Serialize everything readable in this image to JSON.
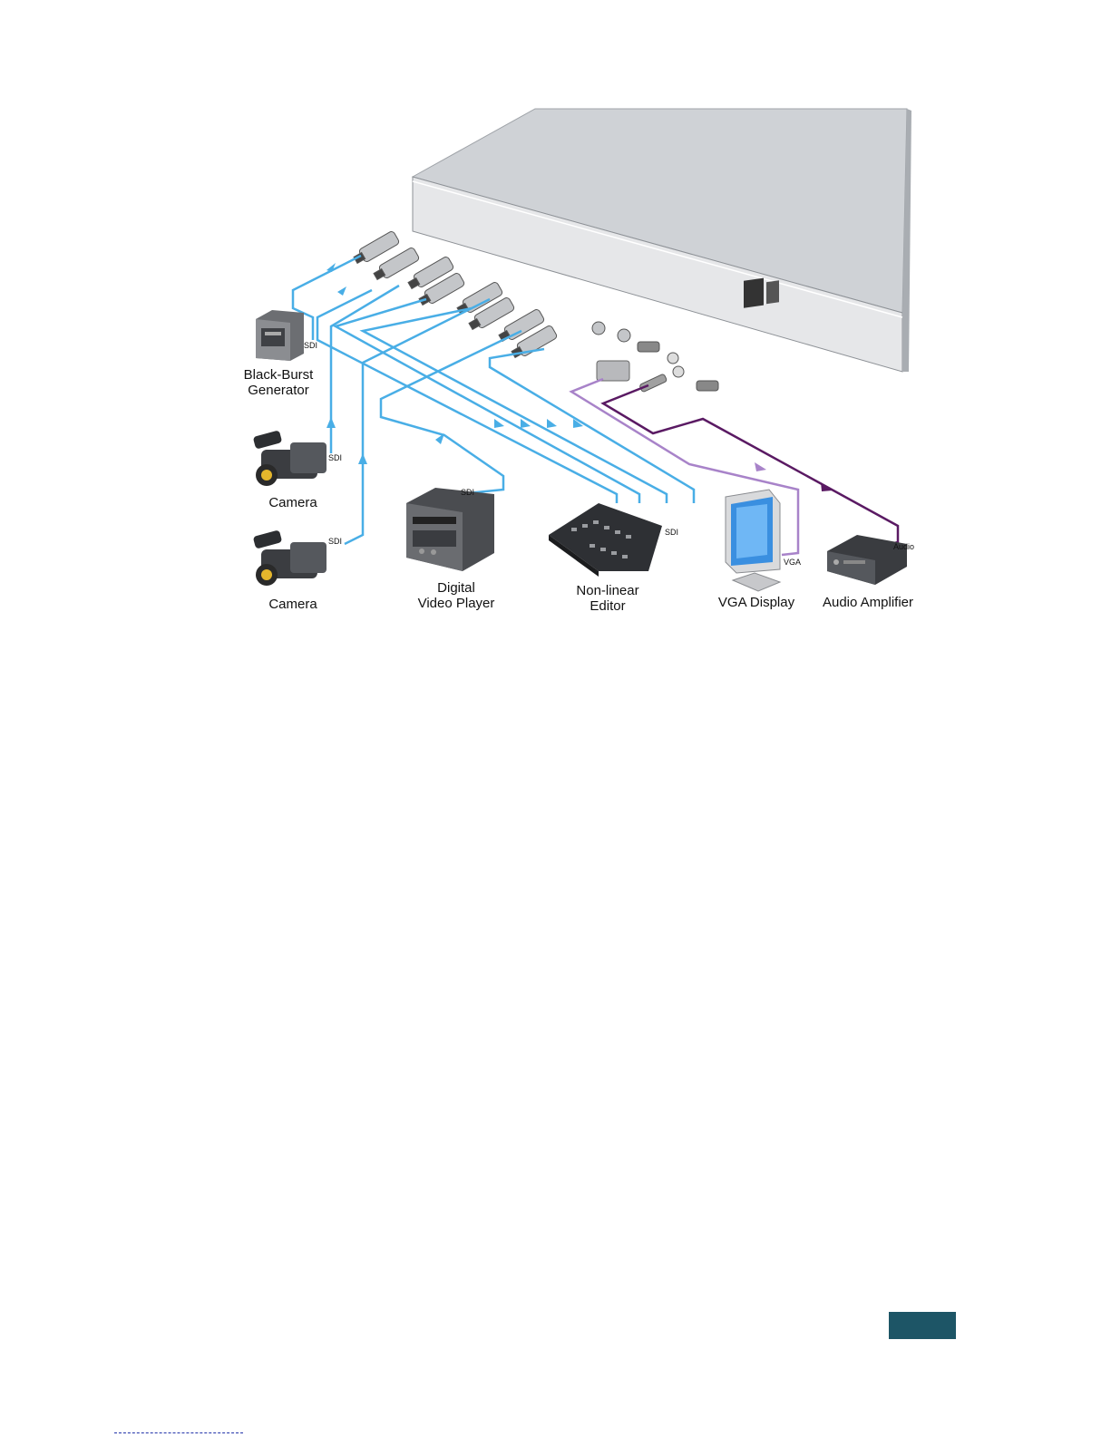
{
  "diagram": {
    "devices": {
      "black_burst_generator": "Black-Burst\nGenerator",
      "camera_1": "Camera",
      "camera_2": "Camera",
      "digital_video_player": "Digital\nVideo Player",
      "non_linear_editor": "Non-linear\nEditor",
      "vga_display": "VGA Display",
      "audio_amplifier": "Audio Amplifier"
    },
    "signal_labels": {
      "sdi_generator": "SDI",
      "sdi_camera_1": "SDI",
      "sdi_camera_2": "SDI",
      "sdi_player": "SDI",
      "sdi_editor": "SDI",
      "vga": "VGA",
      "audio": "Audio"
    },
    "colors": {
      "sdi_cable": "#49aee6",
      "vga_cable": "#a883c9",
      "audio_cable": "#5a1a63",
      "chassis_top": "#cfd2d6",
      "chassis_front": "#e6e7e9",
      "page_badge": "#1d5566"
    }
  }
}
